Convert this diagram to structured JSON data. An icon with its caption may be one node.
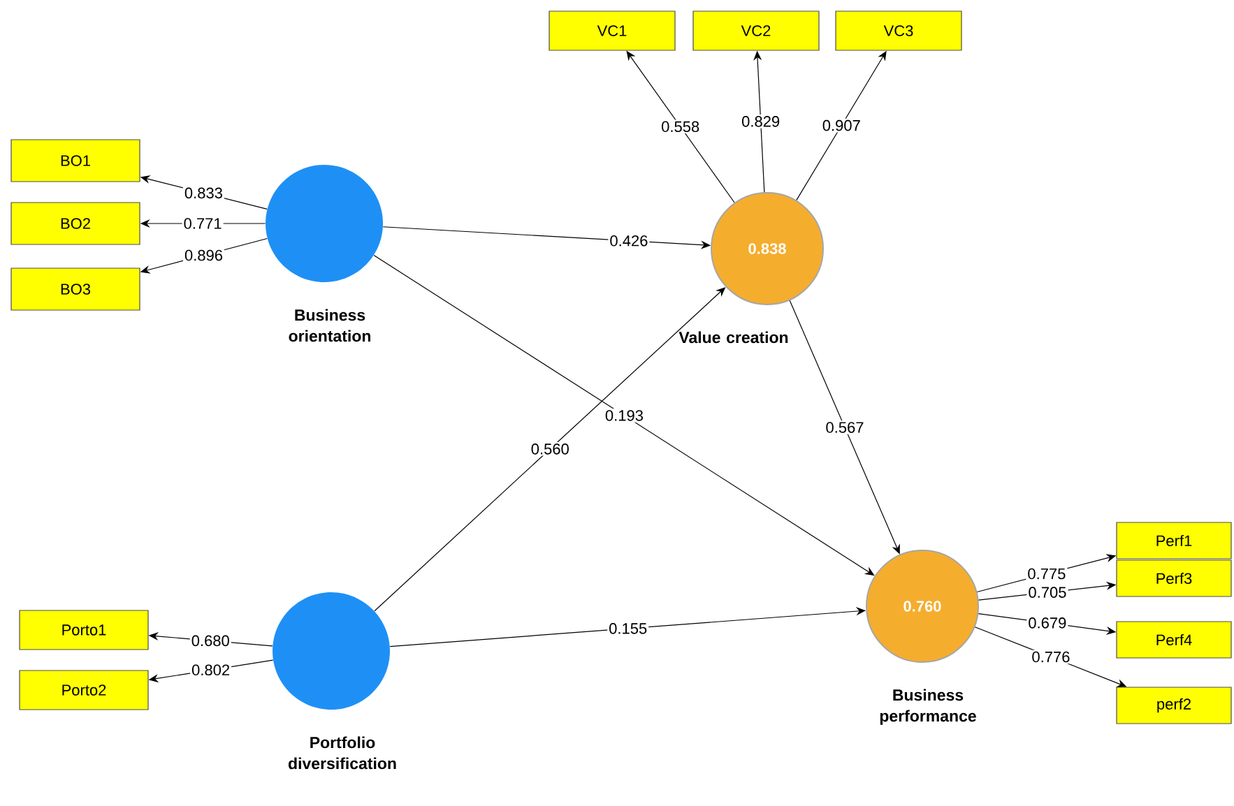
{
  "diagram": {
    "nodes": [
      {
        "text": [
          "BO1"
        ]
      },
      {
        "text": [
          "BO2"
        ]
      },
      {
        "text": [
          "BO3"
        ]
      },
      {
        "text": [
          "Business orientation"
        ]
      },
      {
        "text": [
          "VC1"
        ]
      },
      {
        "text": [
          "VC2"
        ]
      },
      {
        "text": [
          "VC3"
        ]
      },
      {
        "text": [
          "0.838",
          "Value creation"
        ]
      },
      {
        "text": [
          "Porto1"
        ]
      },
      {
        "text": [
          "Porto2"
        ]
      },
      {
        "text": [
          "Portfolio diversification"
        ]
      },
      {
        "text": [
          "0.760",
          "Business performance"
        ]
      },
      {
        "text": [
          "Perf1"
        ]
      },
      {
        "text": [
          "Perf3"
        ]
      },
      {
        "text": [
          "Perf4"
        ]
      },
      {
        "text": [
          "perf2"
        ]
      }
    ],
    "edges": [
      {
        "from": 3,
        "to": 0,
        "arrow": "to",
        "label": "0.833"
      },
      {
        "from": 3,
        "to": 1,
        "arrow": "to",
        "label": "0.771"
      },
      {
        "from": 3,
        "to": 2,
        "arrow": "to",
        "label": "0.896"
      },
      {
        "from": 7,
        "to": 4,
        "arrow": "to",
        "label": "0.558"
      },
      {
        "from": 7,
        "to": 5,
        "arrow": "to",
        "label": "0.829"
      },
      {
        "from": 7,
        "to": 6,
        "arrow": "to",
        "label": "0.907"
      },
      {
        "from": 10,
        "to": 8,
        "arrow": "to",
        "label": "0.680"
      },
      {
        "from": 10,
        "to": 9,
        "arrow": "to",
        "label": "0.802"
      },
      {
        "from": 11,
        "to": 12,
        "arrow": "to",
        "label": "0.775"
      },
      {
        "from": 11,
        "to": 13,
        "arrow": "to",
        "label": "0.705"
      },
      {
        "from": 11,
        "to": 14,
        "arrow": "to",
        "label": "0.679"
      },
      {
        "from": 11,
        "to": 15,
        "arrow": "to",
        "label": "0.776"
      },
      {
        "from": 3,
        "to": 7,
        "arrow": "to",
        "label": "0.426"
      },
      {
        "from": 3,
        "to": 11,
        "arrow": "to",
        "label": "0.193"
      },
      {
        "from": 10,
        "to": 7,
        "arrow": "to",
        "label": "0.560"
      },
      {
        "from": 7,
        "to": 11,
        "arrow": "to",
        "label": "0.567"
      },
      {
        "from": 10,
        "to": 11,
        "arrow": "to",
        "label": "0.155"
      }
    ]
  }
}
